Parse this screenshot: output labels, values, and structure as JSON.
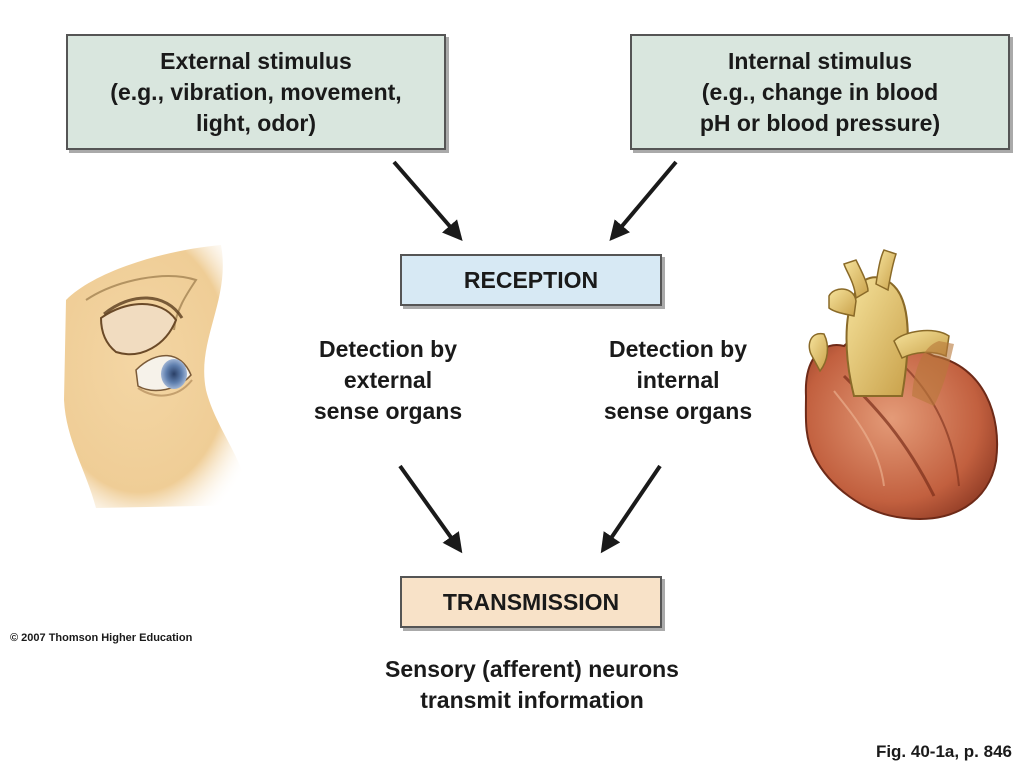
{
  "external_stimulus": {
    "lines": [
      "External stimulus",
      "(e.g., vibration, movement,",
      "light, odor)"
    ]
  },
  "internal_stimulus": {
    "lines": [
      "Internal stimulus",
      "(e.g., change in blood",
      "pH or blood pressure)"
    ]
  },
  "reception": {
    "label": "RECEPTION"
  },
  "detection_external": {
    "lines": [
      "Detection by",
      "external",
      "sense organs"
    ]
  },
  "detection_internal": {
    "lines": [
      "Detection by",
      "internal",
      "sense organs"
    ]
  },
  "transmission": {
    "label": "TRANSMISSION"
  },
  "transmission_note": {
    "lines": [
      "Sensory (afferent) neurons",
      "transmit information"
    ]
  },
  "copyright": "© 2007 Thomson Higher Education",
  "figure_reference": "Fig. 40-1a, p. 846",
  "illustrations": [
    "eye",
    "heart"
  ],
  "colors": {
    "stimulus_box": "#d9e6de",
    "reception_box": "#d7e9f4",
    "transmission_box": "#f8e2c8",
    "arrow": "#1a1a1a"
  }
}
